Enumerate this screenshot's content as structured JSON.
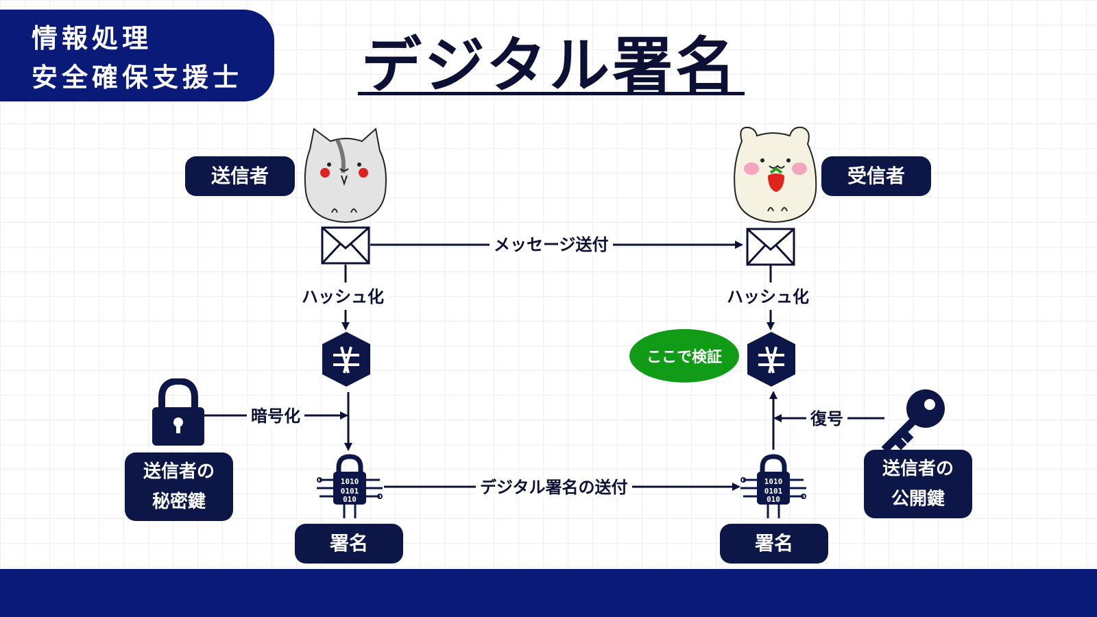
{
  "badge": {
    "line1": "情報処理",
    "line2": "安全確保支援士"
  },
  "title": "デジタル署名",
  "sender": {
    "label": "送信者"
  },
  "receiver": {
    "label": "受信者"
  },
  "labels": {
    "send_message": "メッセージ送付",
    "hash_left": "ハッシュ化",
    "hash_right": "ハッシュ化",
    "encrypt": "暗号化",
    "decrypt": "復号",
    "send_signature": "デジタル署名の送付",
    "verify": "ここで検証"
  },
  "keys": {
    "private_line1": "送信者の",
    "private_line2": "秘密鍵",
    "public_line1": "送信者の",
    "public_line2": "公開鍵"
  },
  "signature": {
    "left": "署名",
    "right": "署名"
  },
  "colors": {
    "navy": "#0c1748",
    "brand": "#0a1a78",
    "verify": "#119c18"
  },
  "icons": [
    "cat-icon",
    "hamster-icon",
    "envelope-icon",
    "hash-cube-icon",
    "padlock-icon",
    "key-icon",
    "chip-lock-icon"
  ]
}
